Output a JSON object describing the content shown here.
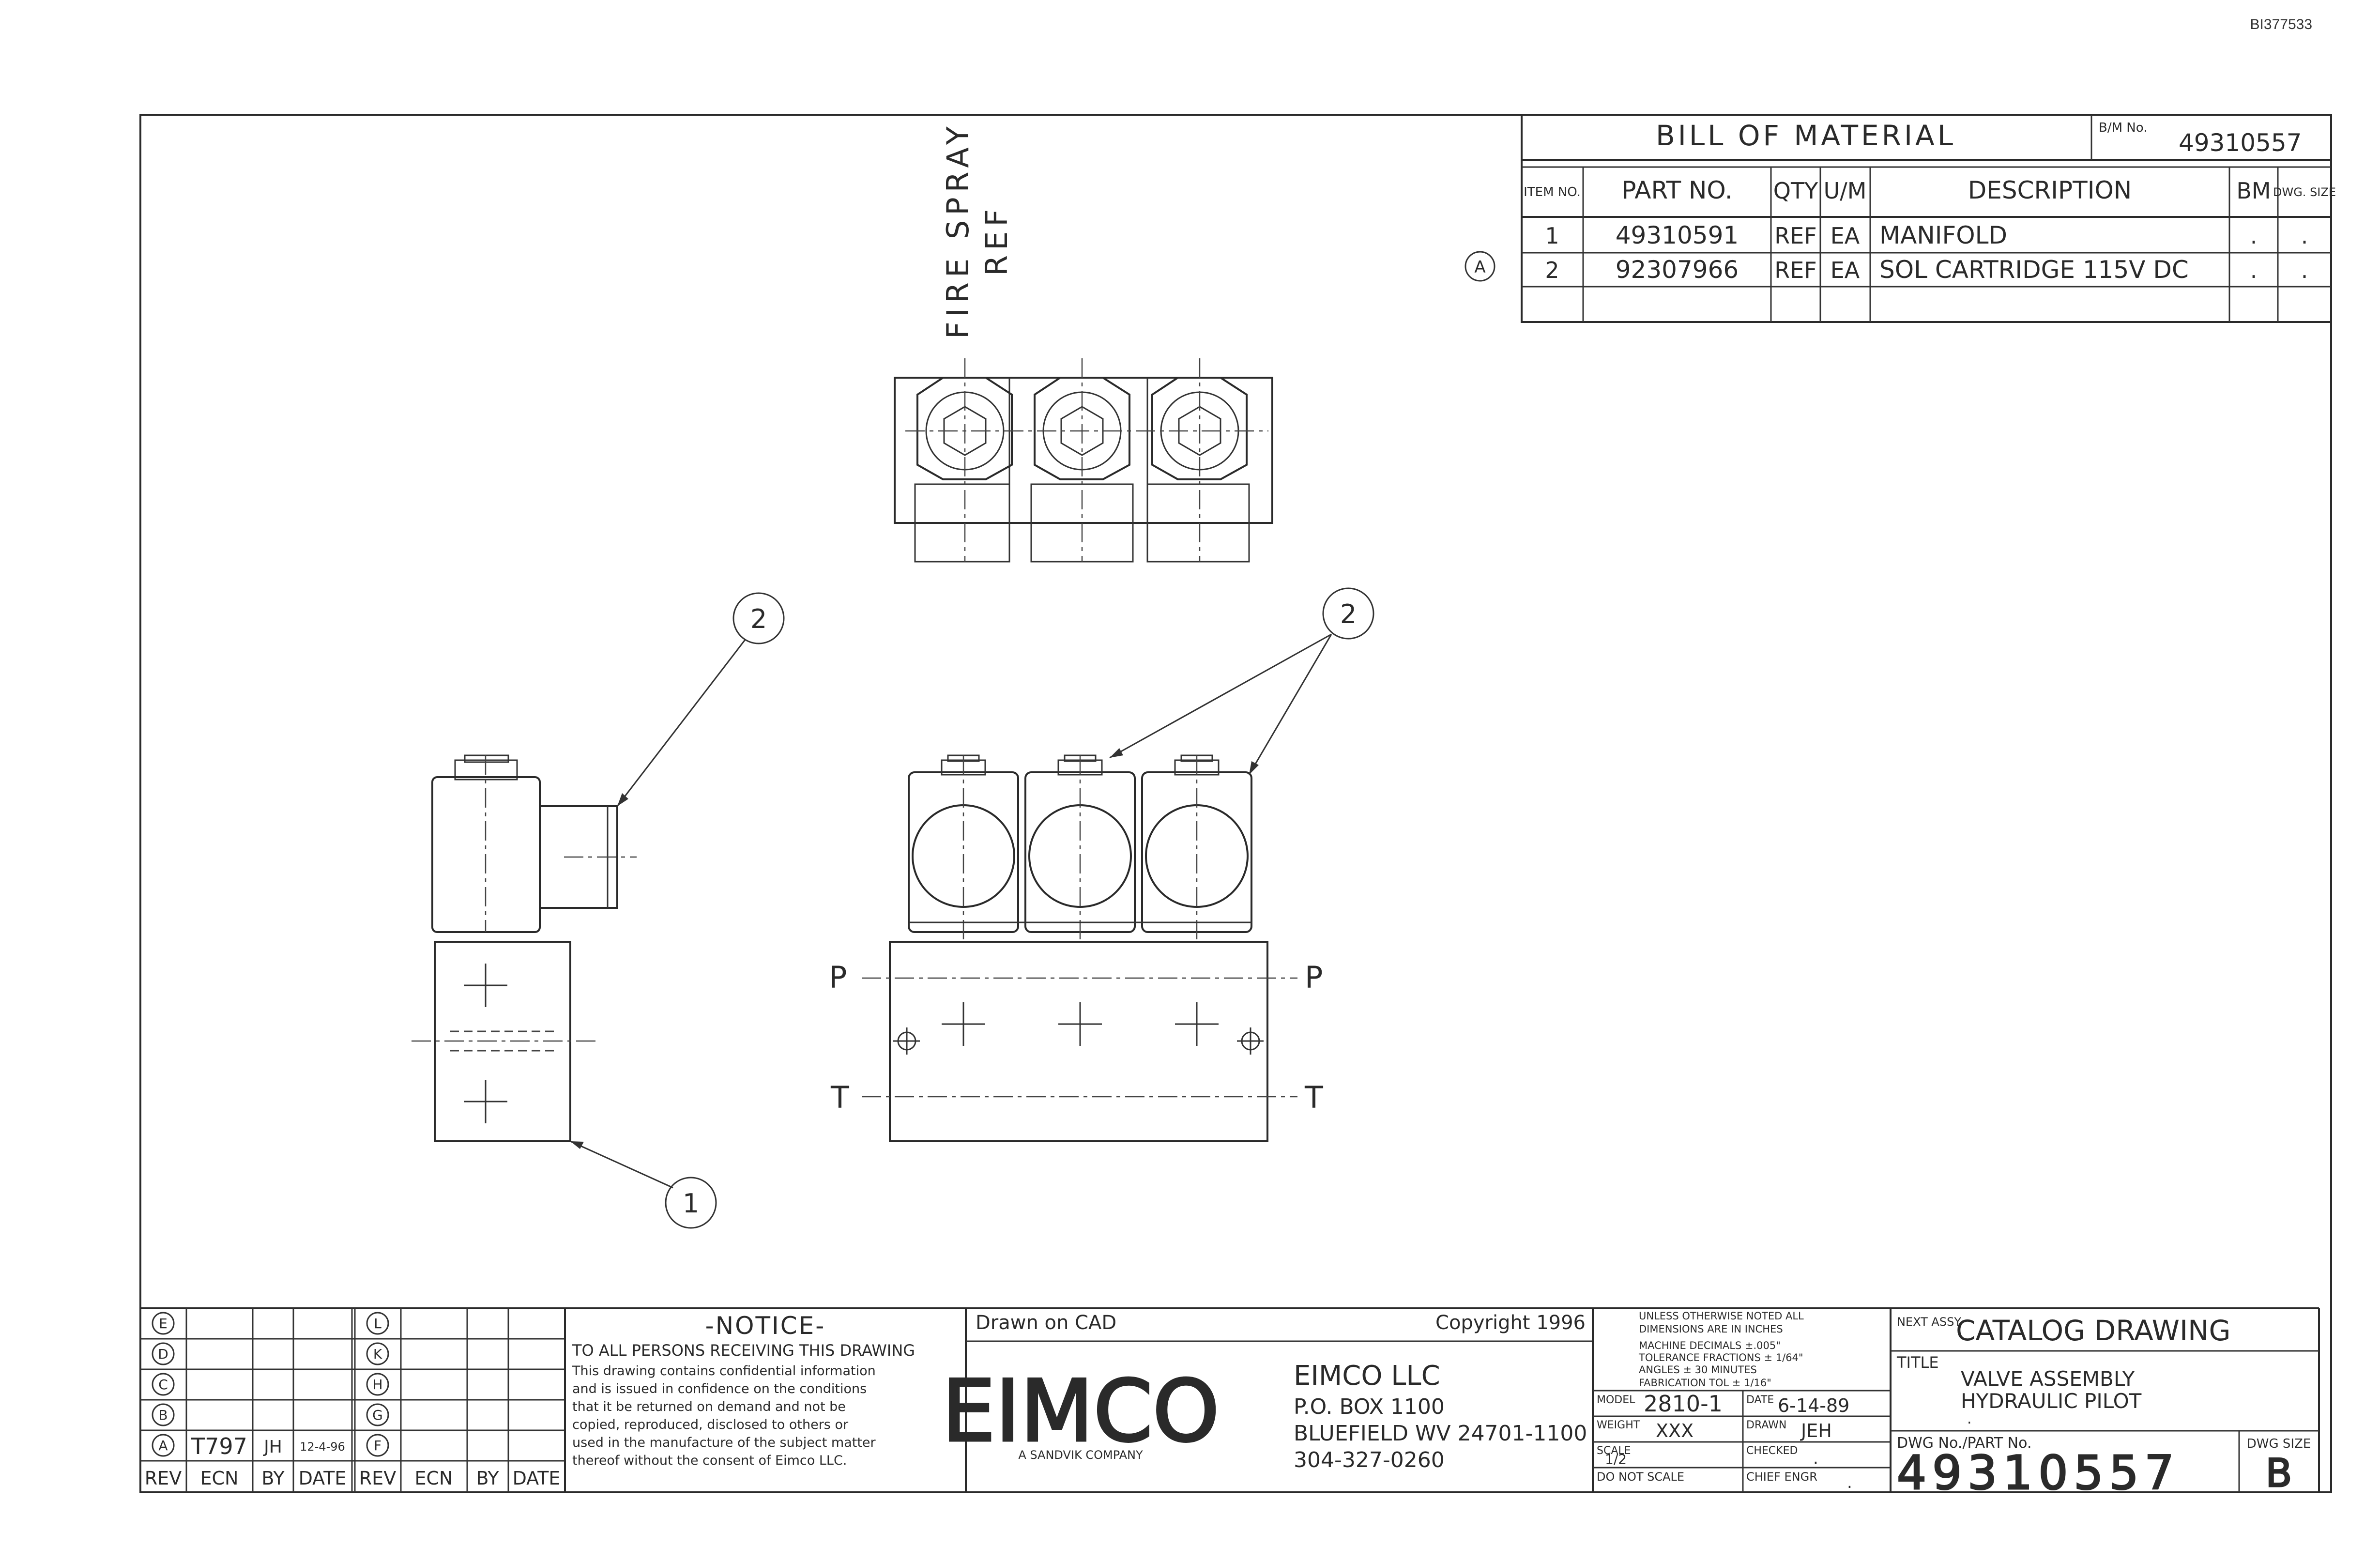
{
  "doc_id": "BI377533",
  "bom": {
    "title": "BILL OF MATERIAL",
    "bm_no_label": "B/M No.",
    "bm_no": "49310557",
    "headers": {
      "item_no": "ITEM NO.",
      "part_no": "PART NO.",
      "qty": "QTY",
      "um": "U/M",
      "description": "DESCRIPTION",
      "bm": "BM",
      "dwg_size": "DWG. SIZE"
    },
    "rows": [
      {
        "item": "1",
        "part": "49310591",
        "qty": "REF",
        "um": "EA",
        "desc": "MANIFOLD",
        "bm": ".",
        "size": "."
      },
      {
        "item": "2",
        "part": "92307966",
        "qty": "REF",
        "um": "EA",
        "desc": "SOL CARTRIDGE 115V DC",
        "bm": ".",
        "size": "."
      }
    ],
    "rev_marker": "A"
  },
  "drawing": {
    "top_label_line1": "FIRE SPRAY",
    "top_label_line2": "REF",
    "balloon_side_2": "2",
    "balloon_front_2": "2",
    "balloon_side_1": "1",
    "port_p_left": "P",
    "port_p_right": "P",
    "port_t_left": "T",
    "port_t_right": "T"
  },
  "revisions": {
    "left_letters": [
      "E",
      "D",
      "C",
      "B",
      "A"
    ],
    "right_letters": [
      "L",
      "K",
      "H",
      "G",
      "F"
    ],
    "row_a": {
      "ecn": "T797",
      "by": "JH",
      "date": "12-4-96"
    },
    "headers": [
      "REV",
      "ECN",
      "BY",
      "DATE",
      "REV",
      "ECN",
      "BY",
      "DATE"
    ]
  },
  "notice": {
    "title": "-NOTICE-",
    "heading": "TO ALL PERSONS RECEIVING THIS DRAWING",
    "lines": [
      "This drawing contains confidential information",
      "and is issued in confidence on the conditions",
      "that it be returned on demand and not be",
      "copied, reproduced, disclosed to others or",
      "used in the manufacture of the subject matter",
      "thereof without the consent of Eimco LLC."
    ]
  },
  "company": {
    "drawn_on": "Drawn on CAD",
    "copyright": "Copyright 1996",
    "logo": "EIMCO",
    "logo_sub": "A SANDVIK COMPANY",
    "name": "EIMCO LLC",
    "address1": "P.O. BOX 1100",
    "address2": "BLUEFIELD WV 24701-1100",
    "phone": "304-327-0260"
  },
  "tolerance": {
    "lines": [
      "UNLESS OTHERWISE NOTED ALL",
      "DIMENSIONS ARE IN INCHES",
      "MACHINE   DECIMALS ±.005\"",
      "TOLERANCE  FRACTIONS ± 1/64\"",
      "           ANGLES ± 30 MINUTES",
      "FABRICATION TOL ± 1/16\""
    ]
  },
  "title_block": {
    "model_label": "MODEL",
    "model": "2810-1",
    "date_label": "DATE",
    "date": "6-14-89",
    "weight_label": "WEIGHT",
    "weight": "XXX",
    "drawn_label": "DRAWN",
    "drawn": "JEH",
    "scale_label": "SCALE",
    "scale": "1/2",
    "checked_label": "CHECKED",
    "checked": ".",
    "do_not_scale": "DO NOT SCALE",
    "chief_engr_label": "CHIEF ENGR",
    "chief_engr": ".",
    "next_assy_label": "NEXT ASSY.",
    "next_assy": "CATALOG DRAWING",
    "title_label": "TITLE",
    "title_line1": "VALVE ASSEMBLY",
    "title_line2": "HYDRAULIC PILOT",
    "title_line3": ".",
    "dwg_no_label": "DWG No./PART No.",
    "dwg_no": "49310557",
    "dwg_size_label": "DWG SIZE",
    "dwg_size": "B"
  }
}
